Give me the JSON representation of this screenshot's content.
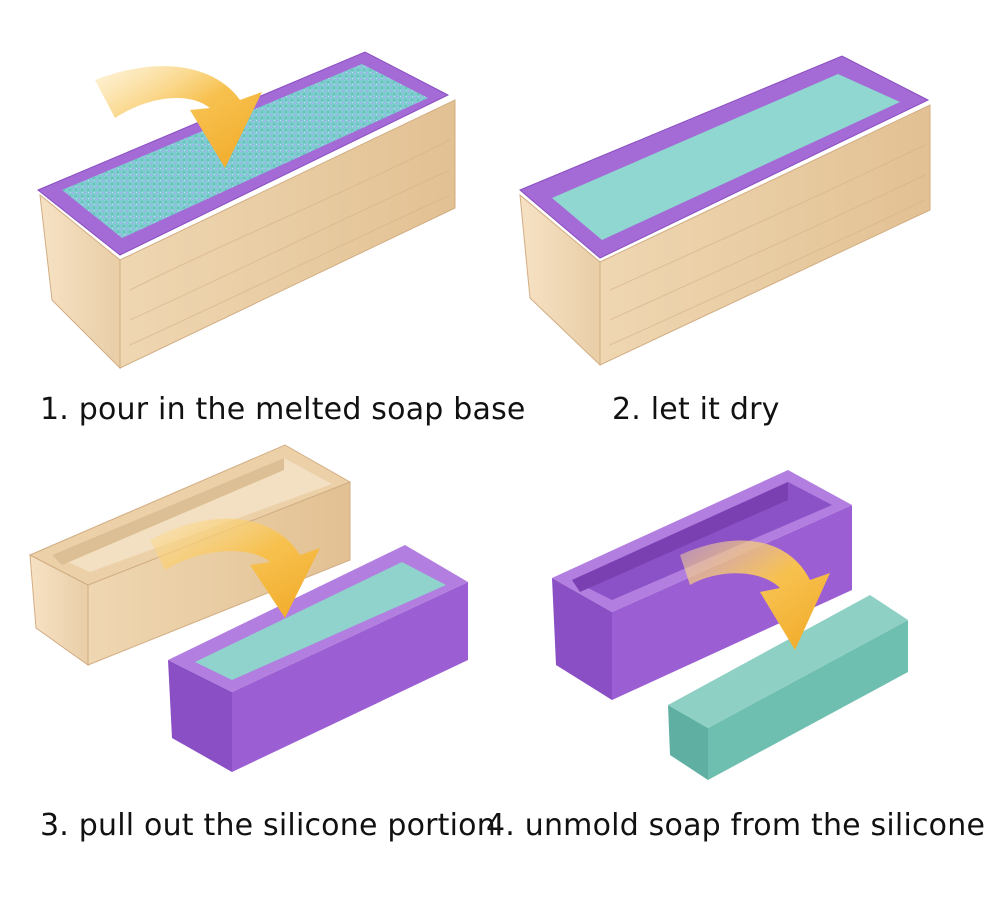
{
  "steps": [
    {
      "number": "1.",
      "caption": "1. pour in the melted soap base"
    },
    {
      "number": "2.",
      "caption": "2. let it dry"
    },
    {
      "number": "3.",
      "caption": "3. pull out the silicone portion"
    },
    {
      "number": "4.",
      "caption": "4. unmold soap from the silicone"
    }
  ],
  "colors": {
    "wood_light": "#f1d9b6",
    "wood_mid": "#e6c79d",
    "wood_dark": "#d6b088",
    "silicone": "#9a5fd0",
    "silicone_light": "#b27ee0",
    "silicone_dark": "#7e45b8",
    "soap": "#8fd3cc",
    "soap_dark": "#6bbbb2",
    "arrow": "#f4b63c",
    "arrow_light": "#fbd98a"
  },
  "icons": [
    "curved-arrow-icon"
  ]
}
